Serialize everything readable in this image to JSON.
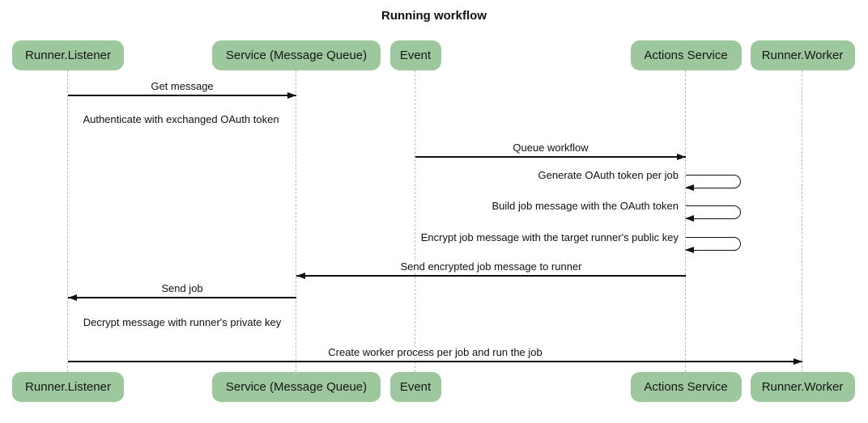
{
  "title": "Running workflow",
  "actors": [
    {
      "id": "runner-listener",
      "label": "Runner.Listener"
    },
    {
      "id": "service-mq",
      "label": "Service (Message Queue)"
    },
    {
      "id": "event",
      "label": "Event"
    },
    {
      "id": "actions-service",
      "label": "Actions Service"
    },
    {
      "id": "runner-worker",
      "label": "Runner.Worker"
    }
  ],
  "messages": [
    {
      "from": "runner-listener",
      "to": "service-mq",
      "label": "Get message"
    },
    {
      "from": "event",
      "to": "actions-service",
      "label": "Queue workflow"
    },
    {
      "from": "actions-service",
      "to": "actions-service",
      "label": "Generate OAuth token per job"
    },
    {
      "from": "actions-service",
      "to": "actions-service",
      "label": "Build job message with the OAuth token"
    },
    {
      "from": "actions-service",
      "to": "actions-service",
      "label": "Encrypt job message with the target runner's public key"
    },
    {
      "from": "actions-service",
      "to": "service-mq",
      "label": "Send encrypted job message to runner"
    },
    {
      "from": "service-mq",
      "to": "runner-listener",
      "label": "Send job"
    },
    {
      "from": "runner-listener",
      "to": "runner-worker",
      "label": "Create worker process per job and run the job"
    }
  ],
  "notes": [
    {
      "anchor": "runner-listener",
      "text": "Authenticate with exchanged OAuth token"
    },
    {
      "anchor": "runner-listener",
      "text": "Decrypt message with runner's private key"
    }
  ],
  "colors": {
    "actor_fill": "#9DC79D",
    "note_fill": "#EACAA2",
    "note_border": "#A0783C",
    "note_fold": "#DDB285",
    "lifeline": "#BBBBBB",
    "arrow": "#111111"
  }
}
